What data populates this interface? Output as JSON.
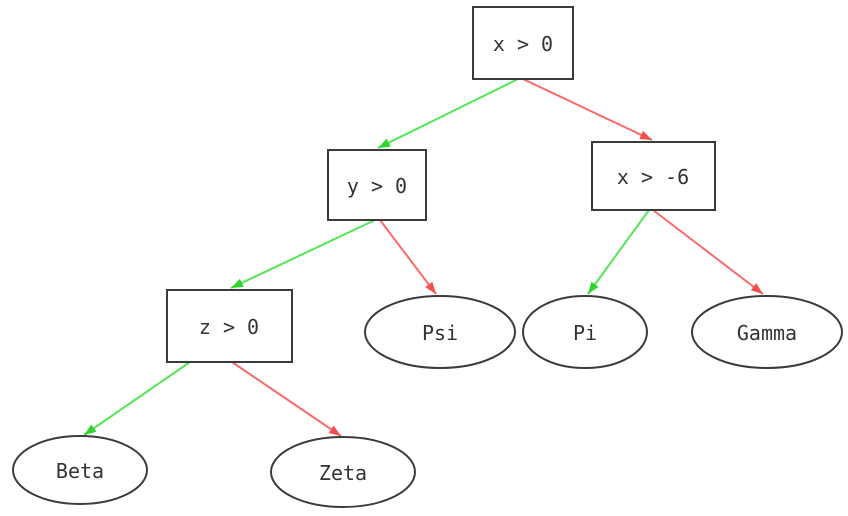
{
  "diagram": {
    "type": "decision-tree",
    "background": "#ffffff",
    "colors": {
      "node_border": "#3b3b3b",
      "node_fill": "#ffffff",
      "text": "#333333",
      "edge_true": "#53e653",
      "edge_false": "#f96a6a",
      "arrow_true": "#2fd42f",
      "arrow_false": "#f34d4d"
    },
    "nodes": {
      "root": {
        "label": "x > 0",
        "shape": "box"
      },
      "cond_y": {
        "label": "y > 0",
        "shape": "box"
      },
      "cond_x6": {
        "label": "x > -6",
        "shape": "box"
      },
      "cond_z": {
        "label": "z > 0",
        "shape": "box"
      },
      "leaf_psi": {
        "label": "Psi",
        "shape": "ellipse"
      },
      "leaf_pi": {
        "label": "Pi",
        "shape": "ellipse"
      },
      "leaf_gamma": {
        "label": "Gamma",
        "shape": "ellipse"
      },
      "leaf_beta": {
        "label": "Beta",
        "shape": "ellipse"
      },
      "leaf_zeta": {
        "label": "Zeta",
        "shape": "ellipse"
      }
    },
    "edges": [
      {
        "from": "x > 0",
        "to": "y > 0",
        "branch": "true",
        "color": "green"
      },
      {
        "from": "x > 0",
        "to": "x > -6",
        "branch": "false",
        "color": "red"
      },
      {
        "from": "y > 0",
        "to": "z > 0",
        "branch": "true",
        "color": "green"
      },
      {
        "from": "y > 0",
        "to": "Psi",
        "branch": "false",
        "color": "red"
      },
      {
        "from": "x > -6",
        "to": "Pi",
        "branch": "true",
        "color": "green"
      },
      {
        "from": "x > -6",
        "to": "Gamma",
        "branch": "false",
        "color": "red"
      },
      {
        "from": "z > 0",
        "to": "Beta",
        "branch": "true",
        "color": "green"
      },
      {
        "from": "z > 0",
        "to": "Zeta",
        "branch": "false",
        "color": "red"
      }
    ]
  }
}
